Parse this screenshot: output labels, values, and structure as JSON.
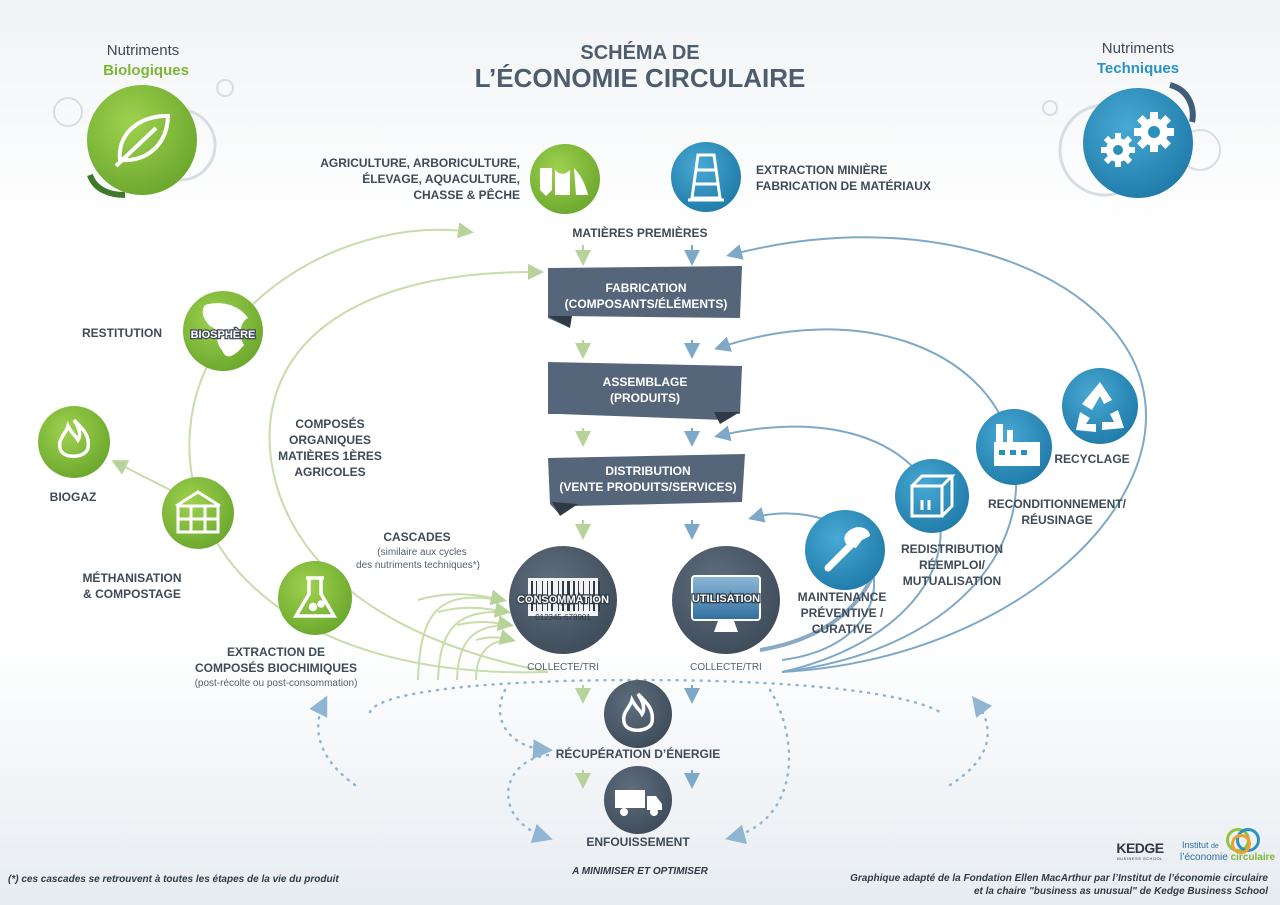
{
  "title": {
    "line1": "SCHÉMA DE",
    "line2": "L’ÉCONOMIE CIRCULAIRE"
  },
  "bio": {
    "line1": "Nutriments",
    "line2": "Biologiques"
  },
  "tech": {
    "line1": "Nutriments",
    "line2": "Techniques"
  },
  "labels": {
    "agri1": "AGRICULTURE, ARBORICULTURE,",
    "agri2": "ÉLEVAGE, AQUACULTURE,",
    "agri3": "CHASSE & PÊCHE",
    "extr1": "EXTRACTION MINIÈRE",
    "extr2": "FABRICATION DE MATÉRIAUX",
    "matieres": "MATIÈRES PREMIÈRES",
    "fab1": "FABRICATION",
    "fab2": "(COMPOSANTS/ÉLÉMENTS)",
    "ass1": "ASSEMBLAGE",
    "ass2": "(PRODUITS)",
    "dist1": "DISTRIBUTION",
    "dist2": "(VENTE PRODUITS/SERVICES)",
    "consommation": "CONSOMMATION",
    "utilisation": "UTILISATION",
    "barcode": "012345 678901",
    "collecte1": "COLLECTE/TRI",
    "collecte2": "COLLECTE/TRI",
    "recup": "RÉCUPÉRATION D’ÉNERGIE",
    "enfouissement": "ENFOUISSEMENT",
    "minimiser": "A MINIMISER ET OPTIMISER",
    "restitution": "RESTITUTION",
    "biosphere": "BIOSPHÈRE",
    "biogaz": "BIOGAZ",
    "metha1": "MÉTHANISATION",
    "metha2": "& COMPOSTAGE",
    "comp1": "COMPOSÉS",
    "comp2": "ORGANIQUES",
    "comp3": "MATIÈRES 1ÈRES",
    "comp4": "AGRICOLES",
    "cascades": "CASCADES",
    "cascNote1": "(similaire aux cycles",
    "cascNote2": "des nutriments techniques*)",
    "extrBio1": "EXTRACTION DE",
    "extrBio2": "COMPOSÉS BIOCHIMIQUES",
    "extrBio3": "(post-récolte ou post-consommation)",
    "maint1": "MAINTENANCE",
    "maint2": "PRÉVENTIVE /",
    "maint3": "CURATIVE",
    "redist1": "REDISTRIBUTION",
    "redist2": "RÉEMPLOI/",
    "redist3": "MUTUALISATION",
    "recond1": "RECONDITIONNEMENT/",
    "recond2": "RÉUSINAGE",
    "recyclage": "RECYCLAGE"
  },
  "footer": {
    "note": "(*) ces cascades se retrouvent à toutes les étapes de la vie du produit",
    "credit1": "Graphique adapté de la Fondation Ellen MacArthur par l’Institut de l’économie circulaire",
    "credit2": "et la chaire \"business as unusual\" de Kedge Business School"
  },
  "logos": {
    "kedge": "KEDGE",
    "kedgeSub": "BUSINESS SCHOOL",
    "institut1": "Institut",
    "institut1b": "de",
    "institut2": "l’économie",
    "institut3": "circulaire"
  },
  "icons": {
    "leaf": "leaf-icon",
    "gears": "gears-icon",
    "animals": "animals-icon",
    "derrick": "derrick-icon",
    "globe": "globe-icon",
    "flame": "flame-icon",
    "silo": "silo-icon",
    "flask": "flask-icon",
    "barcode": "barcode-icon",
    "monitor": "monitor-icon",
    "truck": "truck-icon",
    "wrench": "wrench-icon",
    "box": "box-icon",
    "factory": "factory-icon",
    "recycle": "recycle-icon"
  },
  "colors": {
    "green": "#7db63b",
    "greenDark": "#3f7a2a",
    "greenLine": "#c9dcab",
    "blue": "#2b8fbd",
    "blueLine": "#7ea8c8",
    "slate": "#4e5d6d",
    "text": "#3f4a57",
    "highlightGreen": "#8cc63f",
    "highlightBlue": "#2b93c4"
  }
}
